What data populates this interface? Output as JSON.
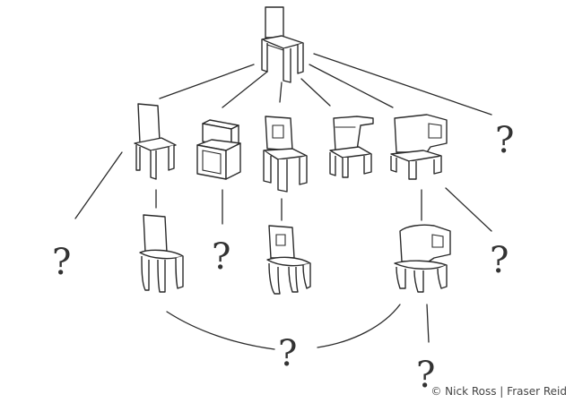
{
  "credit": "© Nick Ross | Fraser Reid",
  "question_mark": "?",
  "colors": {
    "line": "#2a2a2a",
    "background": "#ffffff",
    "text": "#444444"
  },
  "diagram": {
    "type": "chair-evolution-tree",
    "root_chair": "chair-root",
    "generation_1": [
      "chair-tall-back",
      "chair-cube-frame",
      "chair-window-back",
      "chair-hook-arm",
      "chair-loop-arm"
    ],
    "generation_2": [
      "chair-soft-legs",
      "chair-window-soft",
      "chair-loop-soft"
    ],
    "unknown_branches": 7
  }
}
